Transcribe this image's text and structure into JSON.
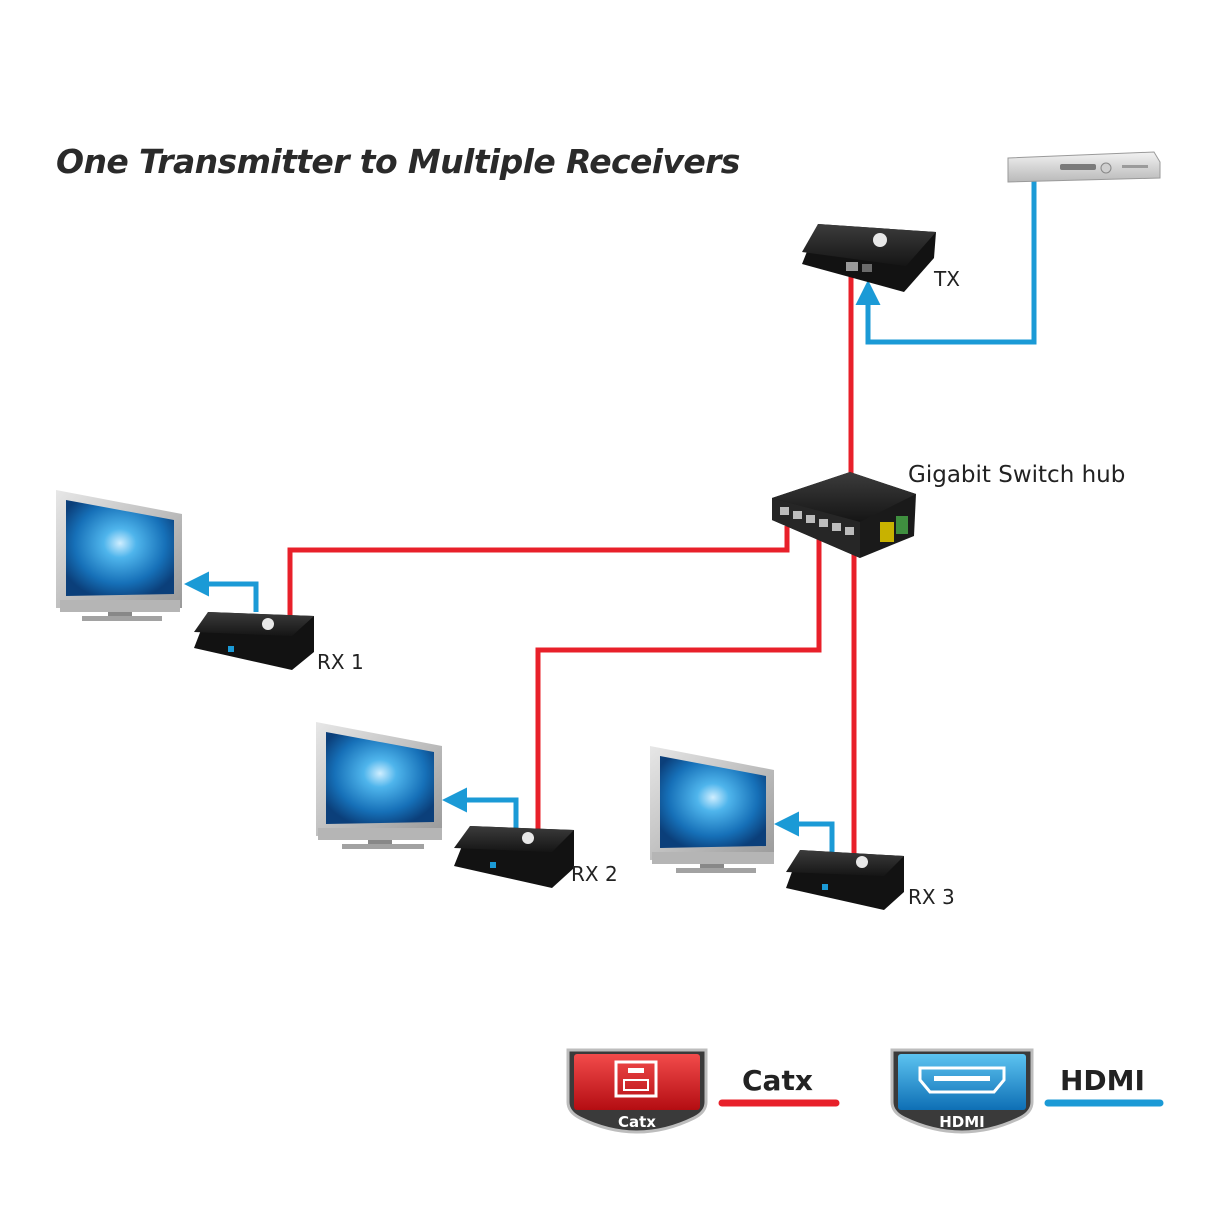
{
  "title": "One Transmitter to Multiple Receivers",
  "labels": {
    "tx": "TX",
    "hub": "Gigabit Switch hub",
    "rx1": "RX 1",
    "rx2": "RX 2",
    "rx3": "RX 3"
  },
  "legend": {
    "catx_label": "Catx",
    "catx_badge": "Catx",
    "hdmi_label": "HDMI",
    "hdmi_badge": "HDMI"
  },
  "colors": {
    "catx": "#e8202a",
    "hdmi": "#1b9ad6"
  }
}
